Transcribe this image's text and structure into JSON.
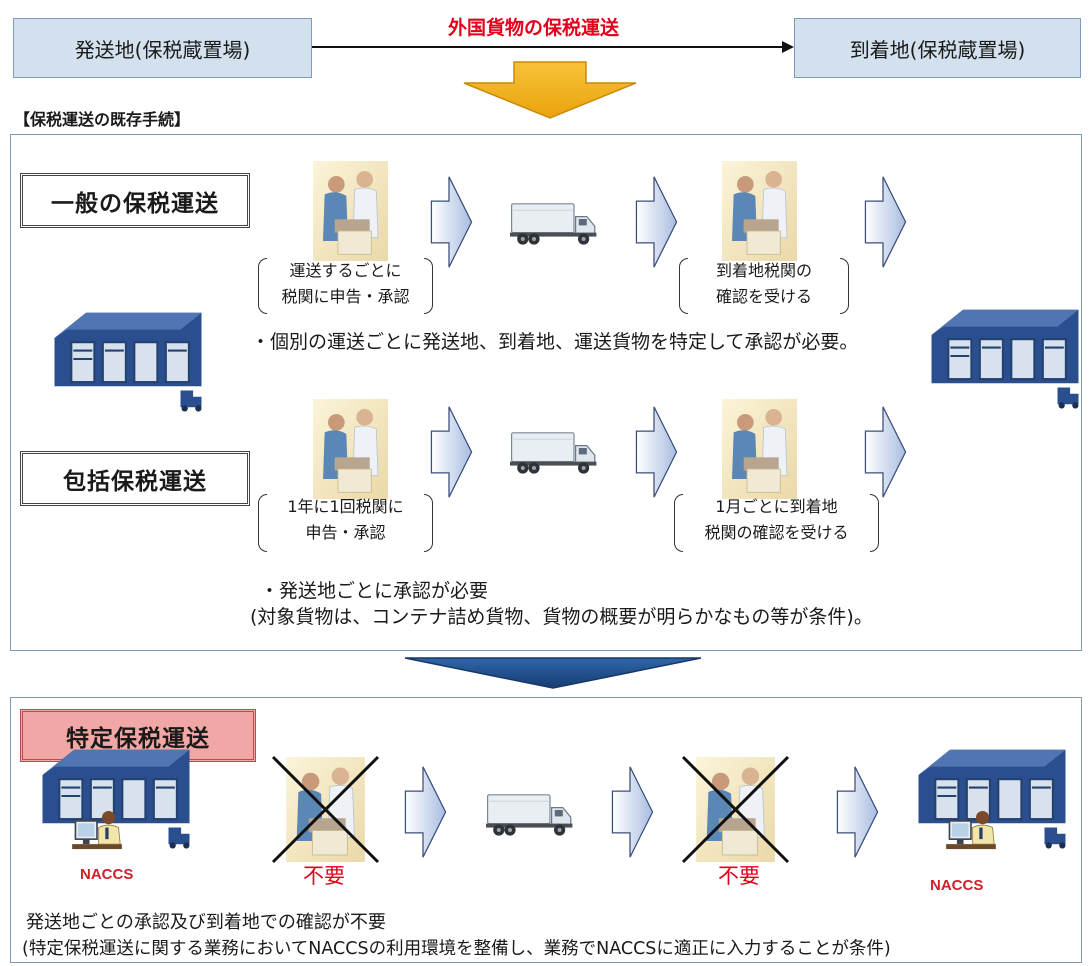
{
  "top": {
    "origin": "発送地(保税蔵置場)",
    "destination": "到着地(保税蔵置場)",
    "flow_title": "外国貨物の保税運送"
  },
  "existing_heading": "【保税運送の既存手続】",
  "general": {
    "label": "一般の保税運送",
    "step1": [
      "運送するごとに",
      "税関に申告・承認"
    ],
    "step2": [
      "到着地税関の",
      "確認を受ける"
    ],
    "note": "・個別の運送ごとに発送地、到着地、運送貨物を特定して承認が必要。"
  },
  "blanket": {
    "label": "包括保税運送",
    "step1": [
      "1年に1回税関に",
      "申告・承認"
    ],
    "step2": [
      "1月ごとに到着地",
      "税関の確認を受ける"
    ],
    "note1": "・発送地ごとに承認が必要",
    "note2": "(対象貨物は、コンテナ詰め貨物、貨物の概要が明らかなもの等が条件)。"
  },
  "specific": {
    "label": "特定保税運送",
    "system_left": "NACCS",
    "system_right": "NACCS",
    "unneeded_1": "不要",
    "unneeded_2": "不要",
    "note1": "発送地ごとの承認及び到着地での確認が不要",
    "note2": "(特定保税運送に関する業務においてNACCSの利用環境を整備し、業務でNACCSに適正に入力することが条件)"
  },
  "colors": {
    "red": "#e4001b",
    "label_pink": "#f1a7a6",
    "box_blue": "#d3e1ef",
    "yellow_arrow": "#f5b81c",
    "navy_arrow": "#1f4e8c"
  }
}
